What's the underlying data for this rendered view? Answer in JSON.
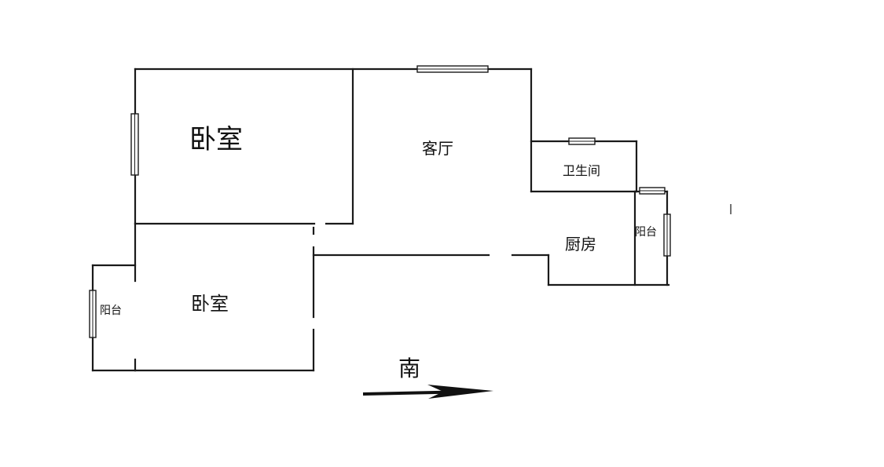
{
  "rooms": {
    "bedroom_main": "卧室",
    "bedroom_second": "卧室",
    "living_room": "客厅",
    "bathroom": "卫生间",
    "kitchen": "厨房",
    "balcony_left": "阳台",
    "balcony_right": "阳台"
  },
  "compass": {
    "direction_label": "南"
  }
}
